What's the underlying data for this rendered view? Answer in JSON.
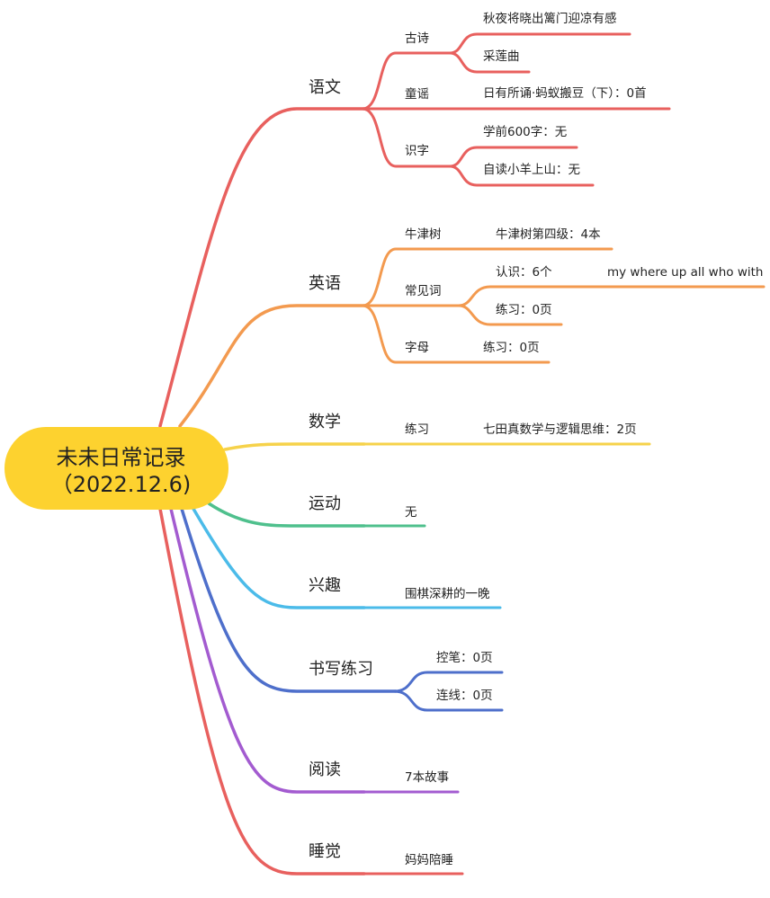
{
  "root": {
    "line1": "未未日常记录",
    "line2": "（2022.12.6)",
    "color": "#fdd22f"
  },
  "branches": [
    {
      "label": "语文",
      "color": "#e8605e",
      "groups": [
        {
          "label": "古诗",
          "items": [
            "秋夜将晓出篱门迎凉有感",
            "采莲曲"
          ]
        },
        {
          "label": "童谣",
          "items": [
            "日有所诵·蚂蚁搬豆（下）：0首"
          ]
        },
        {
          "label": "识字",
          "items": [
            "学前600字：无",
            "自读小羊上山：无"
          ]
        }
      ]
    },
    {
      "label": "英语",
      "color": "#f39a4f",
      "groups": [
        {
          "label": "牛津树",
          "items": [
            "牛津树第四级：4本"
          ]
        },
        {
          "label": "常见词",
          "items": [
            "认识：6个",
            "练习：0页"
          ],
          "note": "my where up all who with"
        },
        {
          "label": "字母",
          "items": [
            "练习：0页"
          ]
        }
      ]
    },
    {
      "label": "数学",
      "color": "#f6d24a",
      "groups": [
        {
          "label": "练习",
          "items": [
            "七田真数学与逻辑思维：2页"
          ]
        }
      ]
    },
    {
      "label": "运动",
      "color": "#4fc08d",
      "groups": [
        {
          "label": "无"
        }
      ]
    },
    {
      "label": "兴趣",
      "color": "#4bbbe9",
      "groups": [
        {
          "label": "围棋深耕的一晚"
        }
      ]
    },
    {
      "label": "书写练习",
      "color": "#4e6fcb",
      "groups": [
        {
          "label": "控笔：0页"
        },
        {
          "label": "连线：0页"
        }
      ]
    },
    {
      "label": "阅读",
      "color": "#a35bd0",
      "groups": [
        {
          "label": "7本故事"
        }
      ]
    },
    {
      "label": "睡觉",
      "color": "#e8605e",
      "groups": [
        {
          "label": "妈妈陪睡"
        }
      ]
    }
  ]
}
